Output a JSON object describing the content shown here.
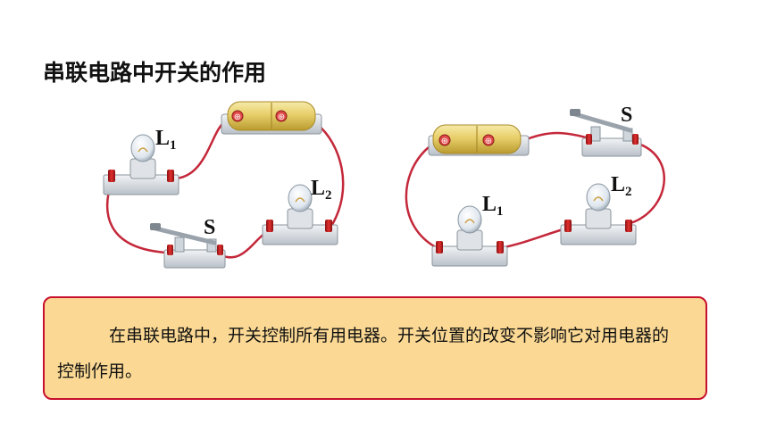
{
  "title": "串联电路中开关的作用",
  "circuit_left": {
    "bulb_1": {
      "label": "L",
      "sub": "1"
    },
    "bulb_2": {
      "label": "L",
      "sub": "2"
    },
    "switch": {
      "label": "S"
    }
  },
  "circuit_right": {
    "bulb_1": {
      "label": "L",
      "sub": "1"
    },
    "bulb_2": {
      "label": "L",
      "sub": "2"
    },
    "switch": {
      "label": "S"
    }
  },
  "battery_symbol": "⊕",
  "note": "在串联电路中，开关控制所有用电器。开关位置的改变不影响它对用电器的控制作用。",
  "colors": {
    "wire": "#c4283a",
    "note_bg": "#fbd994",
    "note_border": "#c8102e",
    "battery": "#e8cf6a"
  }
}
